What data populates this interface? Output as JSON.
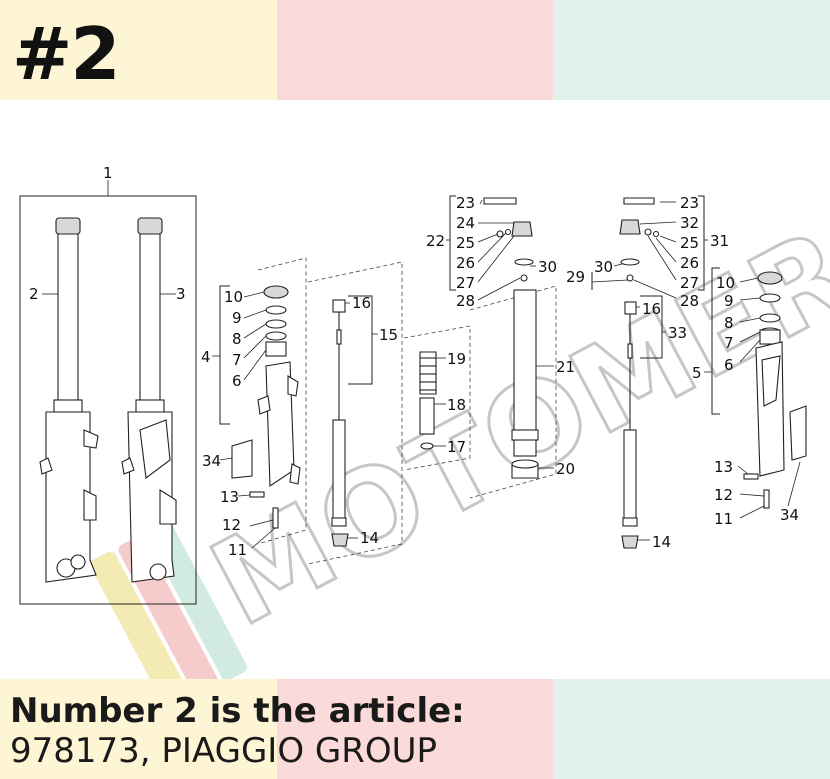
{
  "header": {
    "number": "#2",
    "colors": [
      "#fdf5d3",
      "#fbdada",
      "#e1f2ec"
    ]
  },
  "footer": {
    "line1": "Number 2 is the article:",
    "line2": "978173, PIAGGIO GROUP",
    "colors": [
      "#fdf5d3",
      "#fbdada",
      "#e1f2ec"
    ]
  },
  "watermark": {
    "text": "MOTOMERCIA",
    "colors": [
      "#f3e7a8",
      "#f5c2c2",
      "#c9e8dc",
      "#dddddd"
    ]
  },
  "diagram": {
    "labels": {
      "l1": "1",
      "l2": "2",
      "l3": "3",
      "l4": "4",
      "l5": "5",
      "l6a": "6",
      "l7a": "7",
      "l8a": "8",
      "l9a": "9",
      "l10a": "10",
      "l6b": "6",
      "l7b": "7",
      "l8b": "8",
      "l9b": "9",
      "l10b": "10",
      "l11a": "11",
      "l12a": "12",
      "l13a": "13",
      "l11b": "11",
      "l12b": "12",
      "l13b": "13",
      "l14a": "14",
      "l14b": "14",
      "l15": "15",
      "l16a": "16",
      "l16b": "16",
      "l17": "17",
      "l18": "18",
      "l19": "19",
      "l20": "20",
      "l21": "21",
      "l22": "22",
      "l23a": "23",
      "l23b": "23",
      "l24": "24",
      "l25a": "25",
      "l25b": "25",
      "l26a": "26",
      "l26b": "26",
      "l27a": "27",
      "l27b": "27",
      "l28a": "28",
      "l28b": "28",
      "l29": "29",
      "l30a": "30",
      "l30b": "30",
      "l31": "31",
      "l32": "32",
      "l33": "33",
      "l34a": "34",
      "l34b": "34"
    }
  }
}
